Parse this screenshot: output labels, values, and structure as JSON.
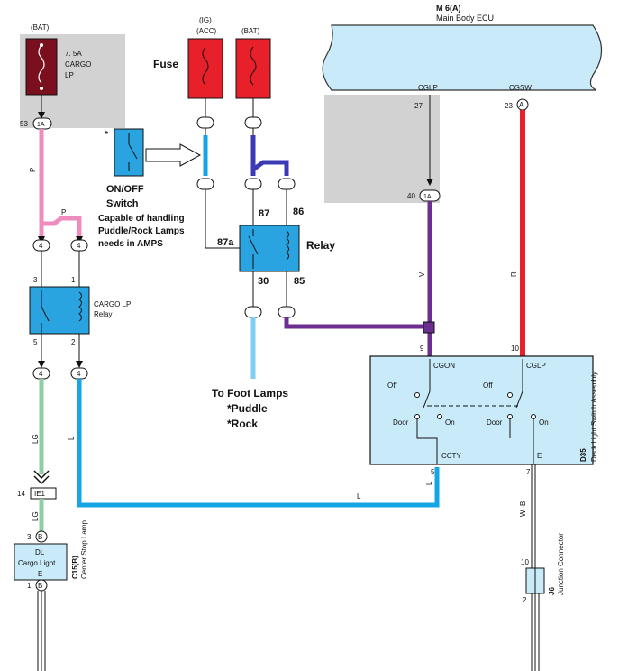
{
  "ecu": {
    "ref": "M 6(A)",
    "name": "Main Body ECU",
    "pin_cglp_label": "CGLP",
    "pin_cgsw_label": "CGSW",
    "pin_27": "27",
    "pin_23": "23",
    "pin_a": "A"
  },
  "left_fuse": {
    "supply": "(BAT)",
    "rating": "7. 5A",
    "name_line1": "CARGO",
    "name_line2": "LP",
    "pin": "53",
    "conn": "1A"
  },
  "fuses": {
    "label": "Fuse",
    "ig": "(IG)",
    "acc": "(ACC)",
    "bat": "(BAT)"
  },
  "onoff": {
    "star": "*",
    "line1": "ON/OFF",
    "line2": "Switch"
  },
  "note": {
    "line1": "Capable of handling",
    "line2": "Puddle/Rock Lamps",
    "line3": "needs in AMPS"
  },
  "relay_new": {
    "label": "Relay",
    "t87": "87",
    "t86": "86",
    "t87a": "87a",
    "t30": "30",
    "t85": "85"
  },
  "foot": {
    "line1": "To Foot Lamps",
    "line2": "*Puddle",
    "line3": "*Rock"
  },
  "cargo_relay": {
    "line1": "CARGO LP",
    "line2": "Relay",
    "p3": "3",
    "p1": "1",
    "p5": "5",
    "p2": "2",
    "c4a": "4",
    "c4b": "4",
    "c4c": "4",
    "c4d": "4"
  },
  "wires": {
    "p1": "P",
    "p2": "P",
    "lg1": "LG",
    "lg2": "LG",
    "l1": "L",
    "l2": "L",
    "l3": "L",
    "v": "V",
    "r": "R",
    "wb": "W–B"
  },
  "ie1": {
    "pin": "14",
    "name": "IE1"
  },
  "cargo_conn": {
    "pin3": "3",
    "pinB": "B",
    "pin1": "1",
    "pinB2": "B"
  },
  "cargo_light": {
    "line1": "DL",
    "line2": "Cargo Light",
    "line3": "E",
    "ref": "C15(B)",
    "desc": "Center Stop Lamp"
  },
  "deck": {
    "ref": "D35",
    "desc": "Deck Light Switch Assembly",
    "p9": "9",
    "p10": "10",
    "p5": "5",
    "p7": "7",
    "cgon": "CGON",
    "cglp": "CGLP",
    "off1": "Off",
    "off2": "Off",
    "door1": "Door",
    "door2": "Door",
    "on1": "On",
    "on2": "On",
    "ccty": "CCTY",
    "e": "E"
  },
  "ecu_conn": {
    "pin40": "40",
    "conn": "1A"
  },
  "jc": {
    "ref": "J6",
    "desc": "Junction Connector",
    "p10": "10",
    "p2": "2"
  },
  "colors": {
    "pink": "#f08bbd",
    "green": "#8fcea2",
    "blue": "#14a5e6",
    "lightblue": "#7fcdf2",
    "navy": "#3a3bb4",
    "purple": "#6c2e90",
    "red": "#e8202a",
    "relay": "#2aa4e0",
    "fuse_dark": "#7a0f1d",
    "fuse_red": "#e8202a"
  }
}
